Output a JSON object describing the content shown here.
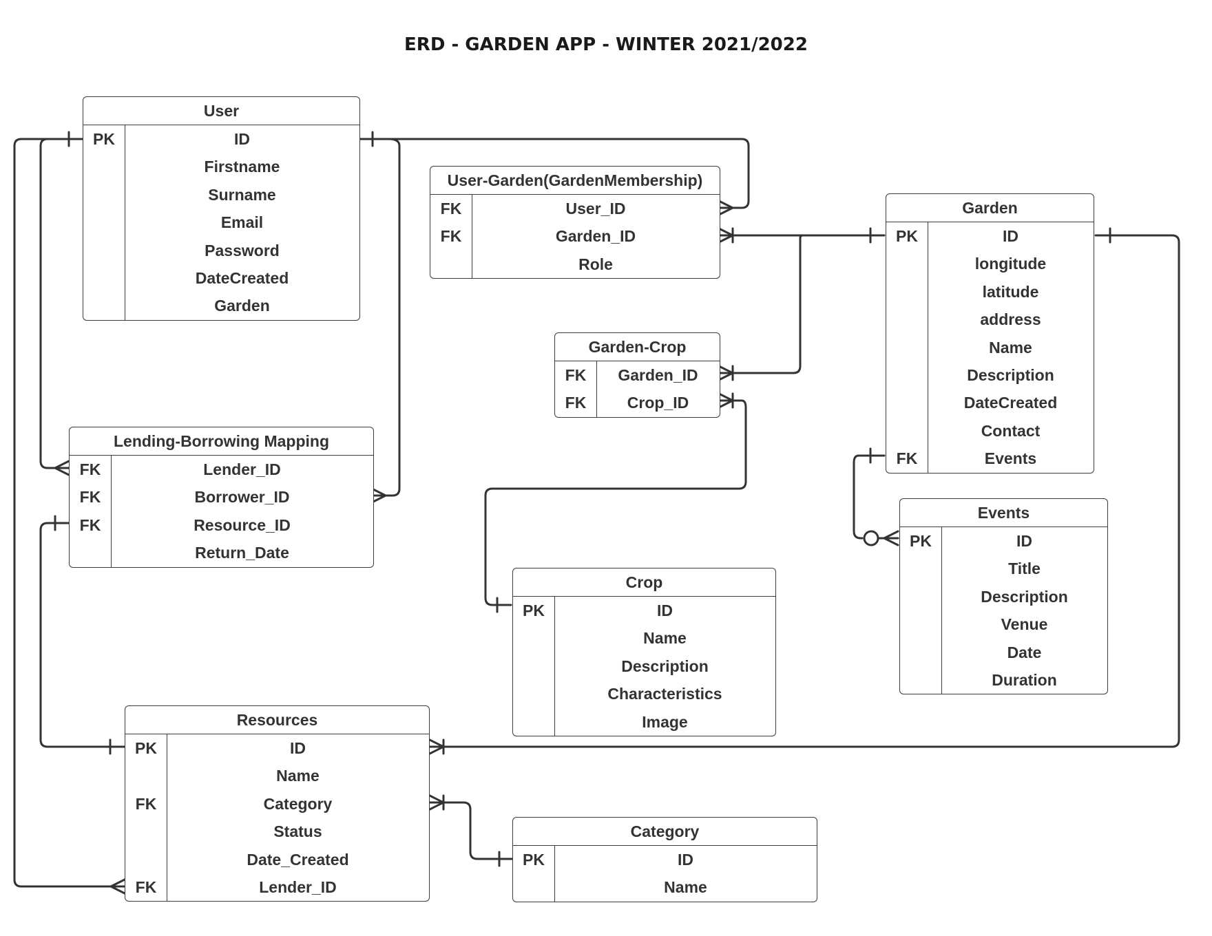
{
  "title": "ERD  -  GARDEN APP - WINTER 2021/2022",
  "colors": {
    "line": "#333333",
    "border": "#3a3a3a",
    "text": "#333333",
    "background": "#ffffff"
  },
  "entities": {
    "user": {
      "name": "User",
      "rows": [
        {
          "key": "PK",
          "field": "ID"
        },
        {
          "key": "",
          "field": "Firstname"
        },
        {
          "key": "",
          "field": "Surname"
        },
        {
          "key": "",
          "field": "Email"
        },
        {
          "key": "",
          "field": "Password"
        },
        {
          "key": "",
          "field": "DateCreated"
        },
        {
          "key": "",
          "field": "Garden"
        }
      ]
    },
    "membership": {
      "name": "User-Garden(GardenMembership)",
      "rows": [
        {
          "key": "FK",
          "field": "User_ID"
        },
        {
          "key": "FK",
          "field": "Garden_ID"
        },
        {
          "key": "",
          "field": "Role"
        }
      ]
    },
    "garden": {
      "name": "Garden",
      "rows": [
        {
          "key": "PK",
          "field": "ID"
        },
        {
          "key": "",
          "field": "longitude"
        },
        {
          "key": "",
          "field": "latitude"
        },
        {
          "key": "",
          "field": "address"
        },
        {
          "key": "",
          "field": "Name"
        },
        {
          "key": "",
          "field": "Description"
        },
        {
          "key": "",
          "field": "DateCreated"
        },
        {
          "key": "",
          "field": "Contact"
        },
        {
          "key": "FK",
          "field": "Events"
        }
      ]
    },
    "gardencrop": {
      "name": "Garden-Crop",
      "rows": [
        {
          "key": "FK",
          "field": "Garden_ID"
        },
        {
          "key": "FK",
          "field": "Crop_ID"
        }
      ]
    },
    "lending": {
      "name": "Lending-Borrowing Mapping",
      "rows": [
        {
          "key": "FK",
          "field": "Lender_ID"
        },
        {
          "key": "FK",
          "field": "Borrower_ID"
        },
        {
          "key": "FK",
          "field": "Resource_ID"
        },
        {
          "key": "",
          "field": "Return_Date"
        }
      ]
    },
    "events": {
      "name": "Events",
      "rows": [
        {
          "key": "PK",
          "field": "ID"
        },
        {
          "key": "",
          "field": "Title"
        },
        {
          "key": "",
          "field": "Description"
        },
        {
          "key": "",
          "field": "Venue"
        },
        {
          "key": "",
          "field": "Date"
        },
        {
          "key": "",
          "field": "Duration"
        }
      ]
    },
    "crop": {
      "name": "Crop",
      "rows": [
        {
          "key": "PK",
          "field": "ID"
        },
        {
          "key": "",
          "field": "Name"
        },
        {
          "key": "",
          "field": "Description"
        },
        {
          "key": "",
          "field": "Characteristics"
        },
        {
          "key": "",
          "field": "Image"
        }
      ]
    },
    "resources": {
      "name": "Resources",
      "rows": [
        {
          "key": "PK",
          "field": "ID"
        },
        {
          "key": "",
          "field": "Name"
        },
        {
          "key": "FK",
          "field": "Category"
        },
        {
          "key": "",
          "field": "Status"
        },
        {
          "key": "",
          "field": "Date_Created"
        },
        {
          "key": "FK",
          "field": "Lender_ID"
        }
      ]
    },
    "category": {
      "name": "Category",
      "rows": [
        {
          "key": "PK",
          "field": "ID"
        },
        {
          "key": "",
          "field": "Name"
        }
      ]
    }
  },
  "relationships": [
    {
      "from": "User.ID",
      "to": "User-Garden(GardenMembership).User_ID",
      "from_end": "one",
      "to_end": "many"
    },
    {
      "from": "Garden.ID",
      "to": "User-Garden(GardenMembership).Garden_ID",
      "from_end": "one",
      "to_end": "many"
    },
    {
      "from": "Garden.ID",
      "to": "Garden-Crop.Garden_ID",
      "from_end": "one",
      "to_end": "many"
    },
    {
      "from": "Crop.ID",
      "to": "Garden-Crop.Crop_ID",
      "from_end": "one",
      "to_end": "many"
    },
    {
      "from": "Garden.Events",
      "to": "Events.ID",
      "from_end": "one",
      "to_end": "zero-or-many"
    },
    {
      "from": "User.ID",
      "to": "Lending-Borrowing Mapping.Lender_ID",
      "from_end": "one",
      "to_end": "many"
    },
    {
      "from": "User.ID",
      "to": "Lending-Borrowing Mapping.Borrower_ID",
      "from_end": "one",
      "to_end": "many"
    },
    {
      "from": "Lending-Borrowing Mapping.Resource_ID",
      "to": "Resources.ID",
      "from_end": "one",
      "to_end": "one"
    },
    {
      "from": "User.ID",
      "to": "Resources.Lender_ID",
      "from_end": "one",
      "to_end": "many"
    },
    {
      "from": "Garden.ID",
      "to": "Resources.ID",
      "from_end": "one",
      "to_end": "many"
    },
    {
      "from": "Category.ID",
      "to": "Resources.Category",
      "from_end": "one",
      "to_end": "many"
    }
  ]
}
